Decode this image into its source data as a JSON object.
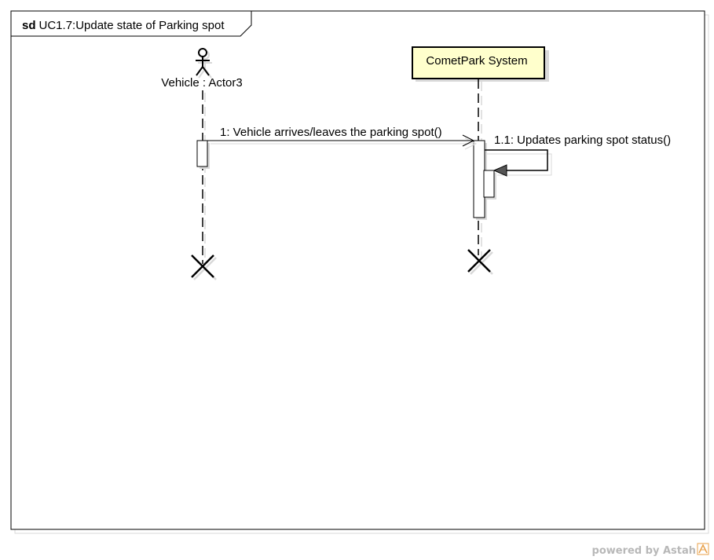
{
  "frame": {
    "keyword": "sd",
    "title": "UC1.7:Update state of Parking spot"
  },
  "lifelines": [
    {
      "id": "vehicle",
      "kind": "actor",
      "label": "Vehicle : Actor3"
    },
    {
      "id": "system",
      "kind": "object",
      "label": "CometPark System"
    }
  ],
  "messages": [
    {
      "id": "m1",
      "from": "vehicle",
      "to": "system",
      "label": "1: Vehicle arrives/leaves the parking spot()",
      "arrow": "open"
    },
    {
      "id": "m1_1",
      "from": "system",
      "to": "system",
      "label": "1.1: Updates parking spot status()",
      "arrow": "filled",
      "self": true
    }
  ],
  "colors": {
    "object_fill": "#ffffcc",
    "line": "#000000",
    "shadow": "#d9d9d9",
    "self_arrow_head": "#555555",
    "watermark": "#b8b8b8",
    "logo_accent": "#e8a04a"
  },
  "watermark": {
    "text": "powered by Astah",
    "logo_icon": "astah-logo-icon"
  }
}
